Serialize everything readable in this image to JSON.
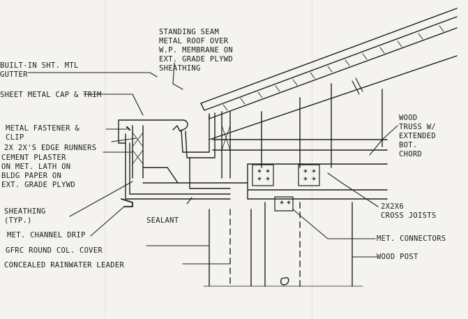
{
  "callouts": {
    "standing_seam_roof": "STANDING SEAM\nMETAL ROOF OVER\nW.P. MEMBRANE ON\nEXT. GRADE PLYWD\nSHEATHING",
    "built_in_gutter": "BUILT-IN SHT. MTL\nGUTTER",
    "sheet_metal_cap": "SHEET METAL CAP & TRIM",
    "metal_fastener": "METAL FASTENER &\nCLIP",
    "edge_runners": "2X 2X'S EDGE RUNNERS",
    "cement_plaster": "CEMENT PLASTER\nON MET. LATH ON\nBLDG PAPER ON\nEXT. GRADE PLYWD",
    "sheathing_typ": "SHEATHING\n(TYP.)",
    "sealant": "SEALANT",
    "met_channel_drip": "MET. CHANNEL DRIP",
    "gfrc_column_cover": "GFRC ROUND COL. COVER",
    "rainwater_leader": "CONCEALED RAINWATER LEADER",
    "wood_truss": "WOOD\nTRUSS W/\nEXTENDED\nBOT.\nCHORD",
    "cross_joists": "2X2X6\nCROSS JOISTS",
    "met_connectors": "MET. CONNECTORS",
    "wood_post": "WOOD POST"
  }
}
